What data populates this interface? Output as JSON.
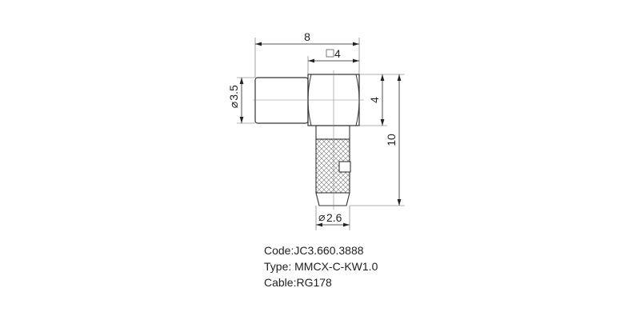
{
  "drawing": {
    "dimensions": {
      "overall_length": "8",
      "square_body": "4",
      "body_height": "4",
      "overall_height": "10",
      "plug_diameter": "3.5",
      "ferrule_diameter": "2.6"
    },
    "symbols": {
      "diameter": "⌀",
      "square": "□"
    }
  },
  "info": {
    "code": "Code:JC3.660.3888",
    "type": "Type: MMCX-C-KW1.0",
    "cable": "Cable:RG178"
  },
  "colors": {
    "line": "#333333",
    "thin": "#666666"
  }
}
